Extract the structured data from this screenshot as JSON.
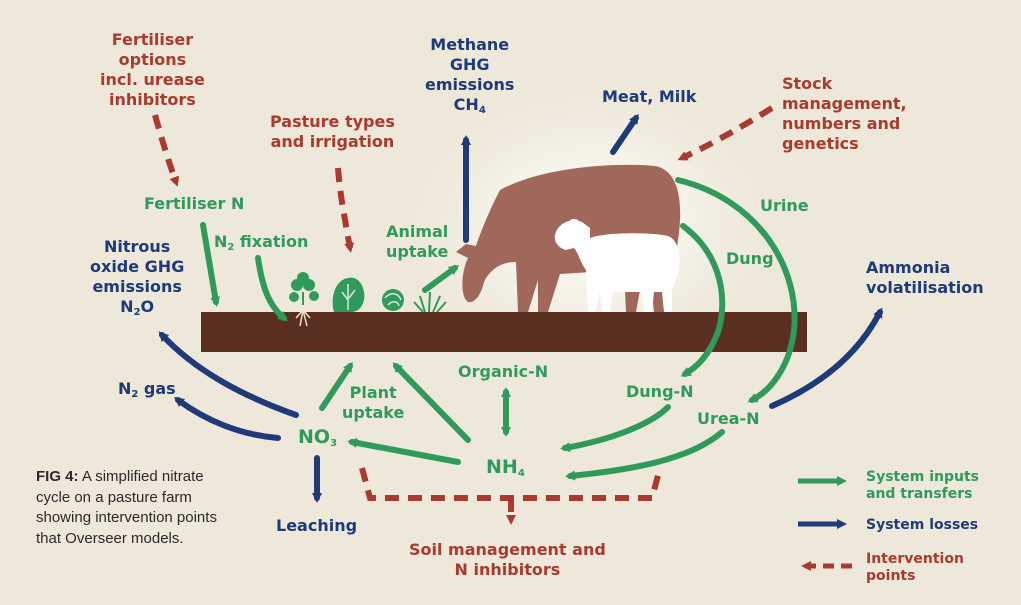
{
  "colors": {
    "input": "#2f9a5b",
    "loss": "#1e3a78",
    "intervention": "#a93a30",
    "soil": "#5a2f22",
    "cow": "#a0685b",
    "sheep": "#ffffff",
    "background": "#ede8d9"
  },
  "labels": {
    "fertiliser_options": [
      "Fertiliser",
      "options",
      "incl. urease",
      "inhibitors"
    ],
    "pasture_types": [
      "Pasture types",
      "and irrigation"
    ],
    "methane": [
      "Methane",
      "GHG",
      "emissions"
    ],
    "methane_formula": {
      "base": "CH",
      "sub": "4"
    },
    "meat_milk": "Meat, Milk",
    "stock_management": [
      "Stock",
      "management,",
      "numbers and",
      "genetics"
    ],
    "fertiliser_n": "Fertiliser N",
    "n2_fixation": {
      "base": "N",
      "sub": "2",
      "rest": " fixation"
    },
    "animal_uptake": [
      "Animal",
      "uptake"
    ],
    "urine": "Urine",
    "dung": "Dung",
    "nitrous_oxide": [
      "Nitrous",
      "oxide GHG",
      "emissions"
    ],
    "n2o": {
      "a": "N",
      "sub": "2",
      "b": "O"
    },
    "ammonia": [
      "Ammonia",
      "volatilisation"
    ],
    "n2_gas": {
      "base": "N",
      "sub": "2",
      "rest": " gas"
    },
    "plant_uptake": [
      "Plant",
      "uptake"
    ],
    "organic_n": "Organic-N",
    "dung_n": "Dung-N",
    "urea_n": "Urea-N",
    "no3": {
      "base": "NO",
      "sub": "3"
    },
    "nh4": {
      "base": "NH",
      "sub": "4"
    },
    "leaching": "Leaching",
    "soil_management": [
      "Soil management and",
      "N inhibitors"
    ]
  },
  "caption": {
    "prefix": "FIG 4:",
    "text": " A simplified nitrate cycle on a pasture farm showing intervention points that Overseer models."
  },
  "legend": {
    "inputs": [
      "System inputs",
      "and transfers"
    ],
    "losses": "System losses",
    "intervention": [
      "Intervention",
      "points"
    ]
  },
  "icons": [
    "clover-icon",
    "lettuce-icon",
    "cabbage-icon",
    "grass-icon",
    "cow-icon",
    "sheep-icon"
  ]
}
